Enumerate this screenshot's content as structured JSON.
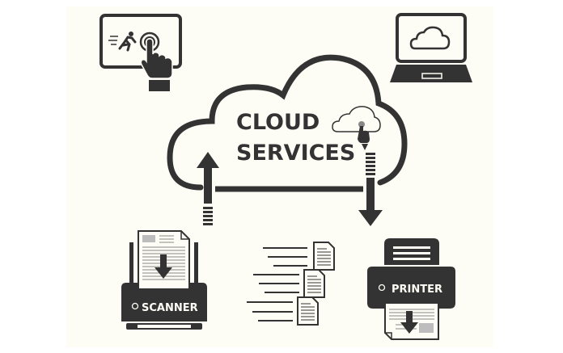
{
  "diagram": {
    "title_line1": "CLOUD",
    "title_line2": "SERVICES",
    "scanner_label": "SCANNER",
    "printer_label": "PRINTER",
    "colors": {
      "ink": "#333333",
      "background": "#fefdf5",
      "outer": "#ffffff",
      "paper_gray": "#bdbdbd"
    },
    "nodes": [
      {
        "id": "touchscreen",
        "icon": "touchscreen-tap-icon",
        "position": "top-left"
      },
      {
        "id": "laptop",
        "icon": "laptop-cloud-icon",
        "position": "top-right"
      },
      {
        "id": "cloud",
        "icon": "cloud-icon",
        "position": "center"
      },
      {
        "id": "scanner",
        "icon": "scanner-icon",
        "position": "bottom-left"
      },
      {
        "id": "documents",
        "icon": "documents-transfer-icon",
        "position": "bottom-center"
      },
      {
        "id": "printer",
        "icon": "printer-icon",
        "position": "bottom-right"
      }
    ],
    "flows": [
      {
        "from": "scanner",
        "to": "cloud",
        "direction": "up"
      },
      {
        "from": "cloud",
        "to": "printer",
        "direction": "down"
      }
    ]
  }
}
